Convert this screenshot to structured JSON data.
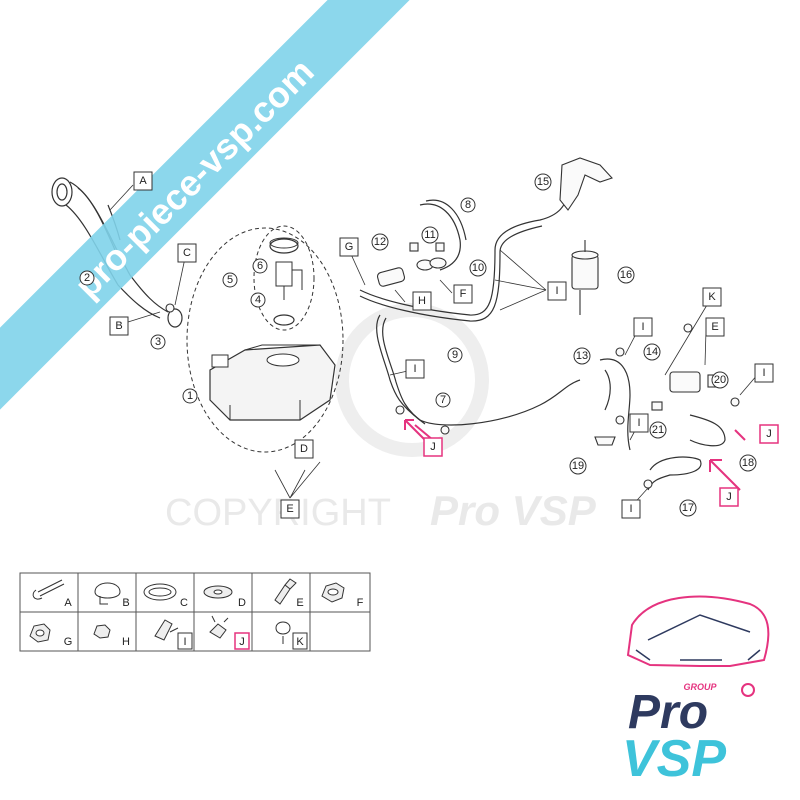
{
  "watermark": {
    "site": "pro-piece-vsp.com",
    "copyright": "COPYRIGHT",
    "brand": "Pro VSP"
  },
  "callouts": {
    "numbers": [
      "1",
      "2",
      "3",
      "4",
      "5",
      "6",
      "7",
      "8",
      "9",
      "10",
      "11",
      "12",
      "13",
      "14",
      "15",
      "16",
      "17",
      "18",
      "19",
      "20",
      "21"
    ],
    "letters": [
      "A",
      "B",
      "C",
      "D",
      "E",
      "F",
      "G",
      "H",
      "I",
      "J",
      "K"
    ]
  },
  "legend": {
    "row1": [
      "A",
      "B",
      "C",
      "D",
      "E",
      "F"
    ],
    "row2": [
      "G",
      "H",
      "I",
      "J",
      "K"
    ]
  },
  "logo": {
    "group": "GROUP",
    "pro": "Pro",
    "vsp": "VSP"
  },
  "colors": {
    "accent_pink": "#e5337f",
    "banner_cyan": "#7fd3ea",
    "logo_navy": "#2e3a5f",
    "logo_cyan": "#3ec3da"
  }
}
